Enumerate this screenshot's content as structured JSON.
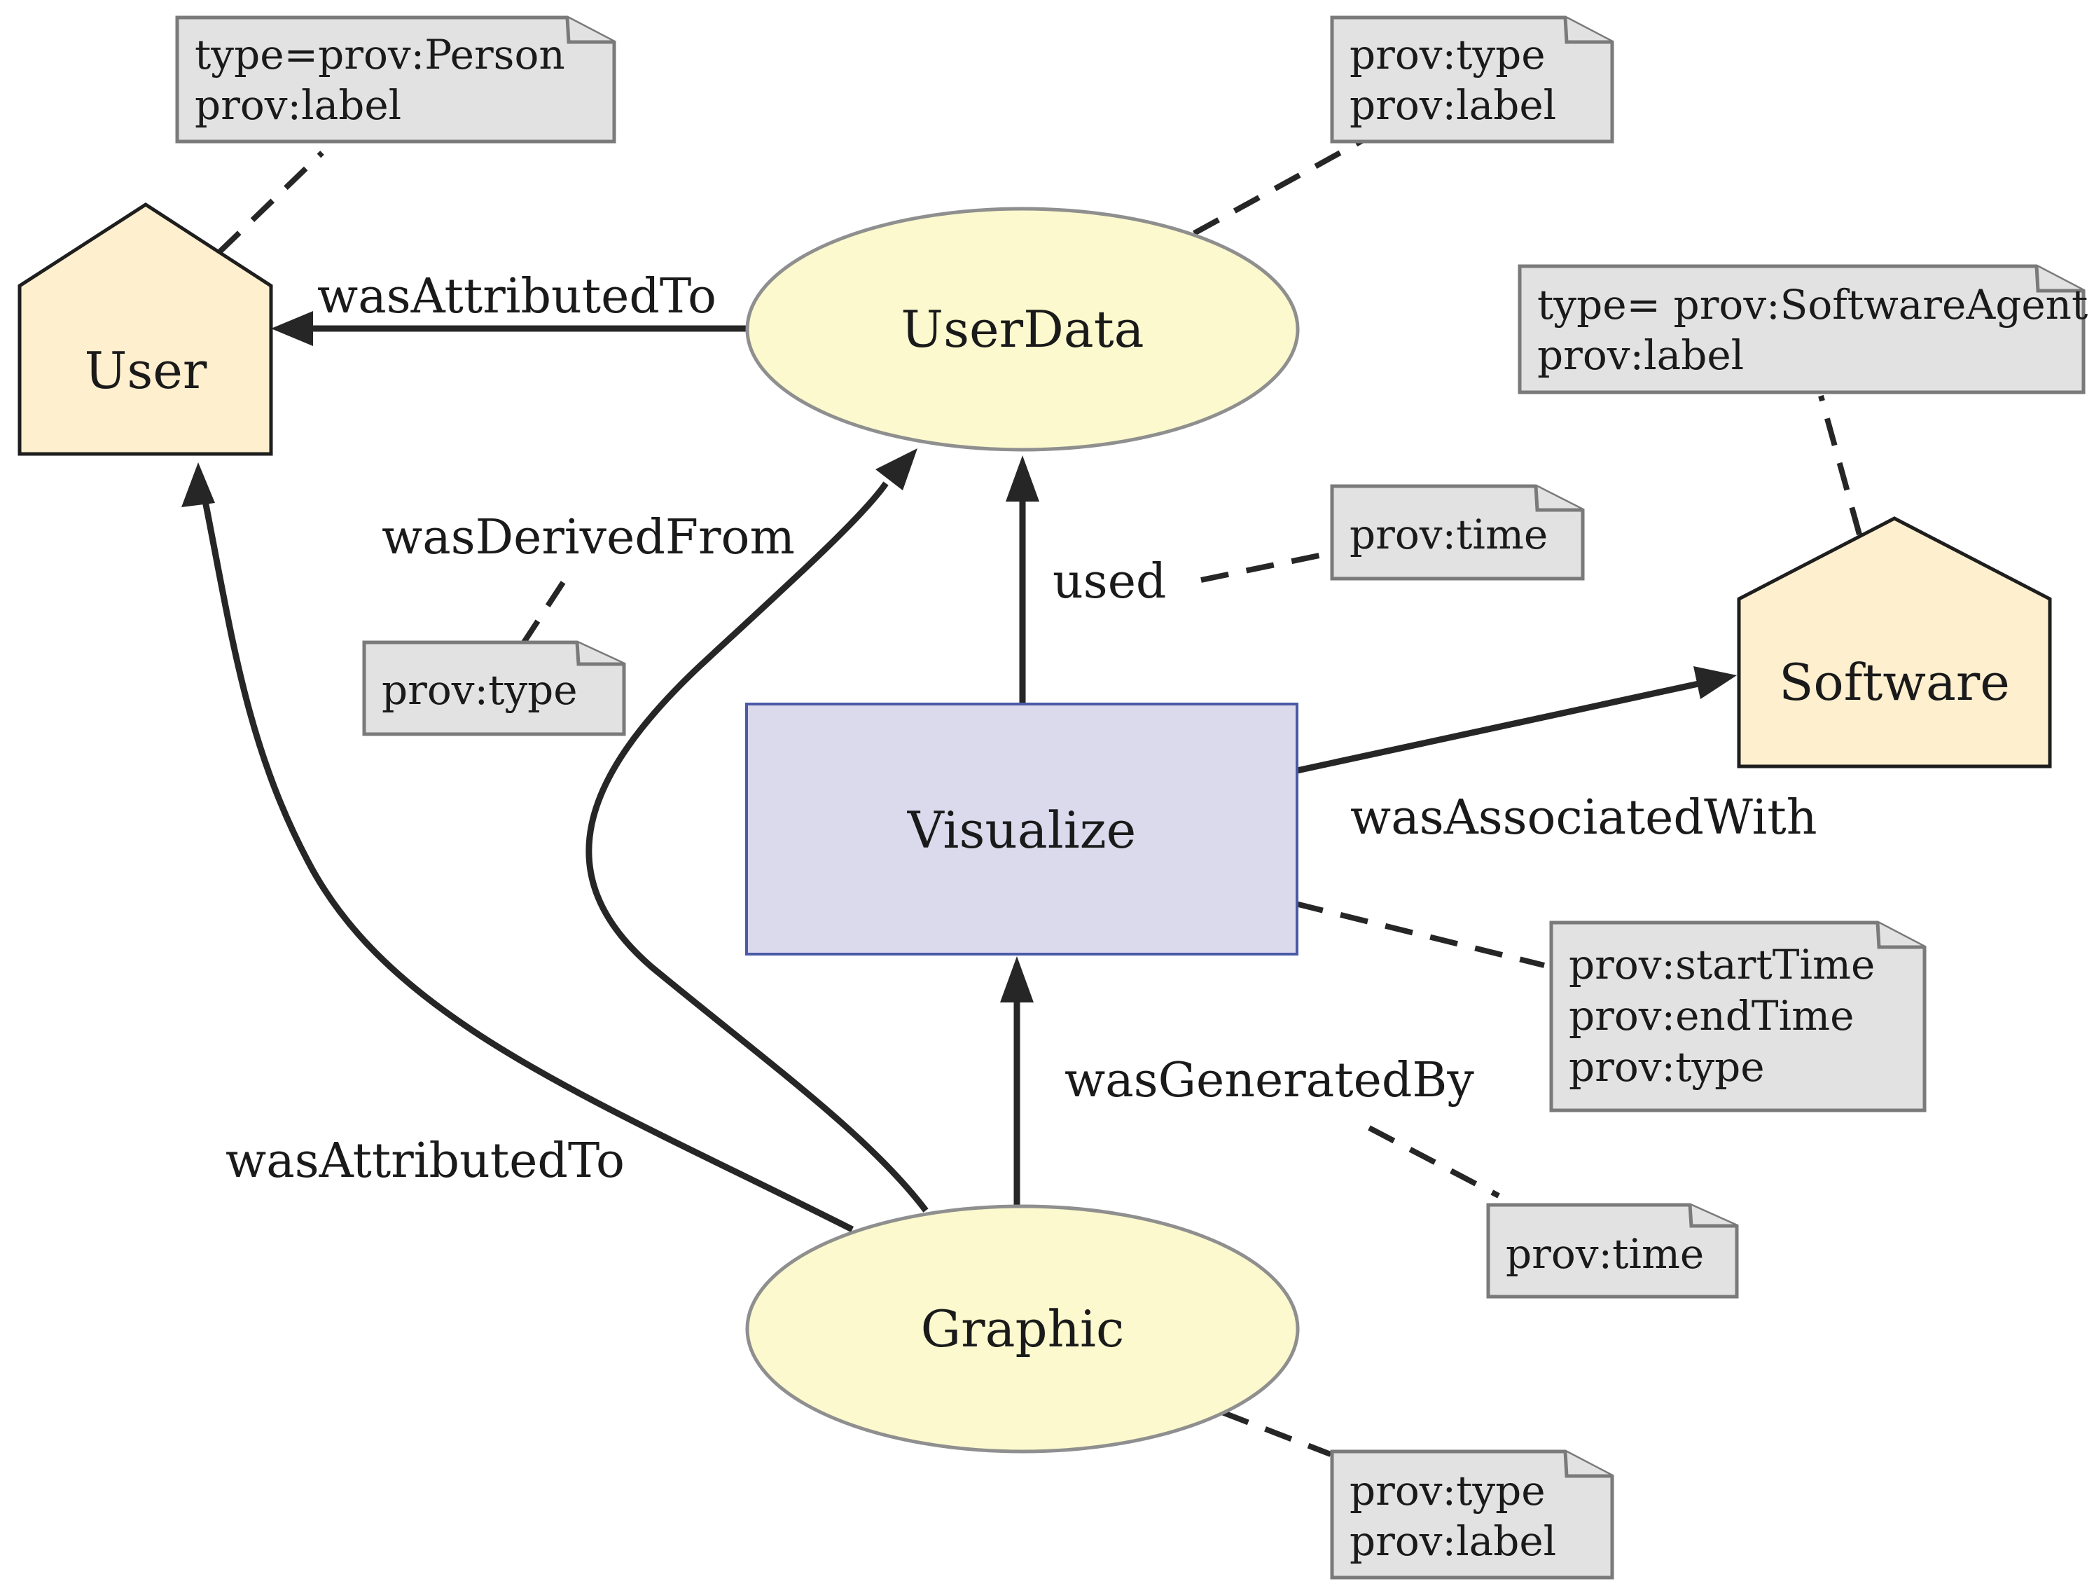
{
  "nodes": {
    "user": "User",
    "software": "Software",
    "userdata": "UserData",
    "visualize": "Visualize",
    "graphic": "Graphic"
  },
  "edges": {
    "userdata_attributed": "wasAttributedTo",
    "graphic_attributed": "wasAttributedTo",
    "derived": "wasDerivedFrom",
    "used": "used",
    "associated": "wasAssociatedWith",
    "generated": "wasGeneratedBy"
  },
  "notes": {
    "user_note": [
      "type=prov:Person",
      "prov:label"
    ],
    "userdata_note": [
      "prov:type",
      "prov:label"
    ],
    "software_note": [
      "type= prov:SoftwareAgent",
      "prov:label"
    ],
    "used_note": [
      "prov:time"
    ],
    "derived_note": [
      "prov:type"
    ],
    "visualize_note": [
      "prov:startTime",
      "prov:endTime",
      "prov:type"
    ],
    "generated_note": [
      "prov:time"
    ],
    "graphic_note": [
      "prov:type",
      "prov:label"
    ]
  },
  "colors": {
    "entity_fill": "#fbf9cd",
    "agent_fill": "#feefcf",
    "activity_fill": "#dbd9ec",
    "note_fill": "#e2e2e2"
  }
}
